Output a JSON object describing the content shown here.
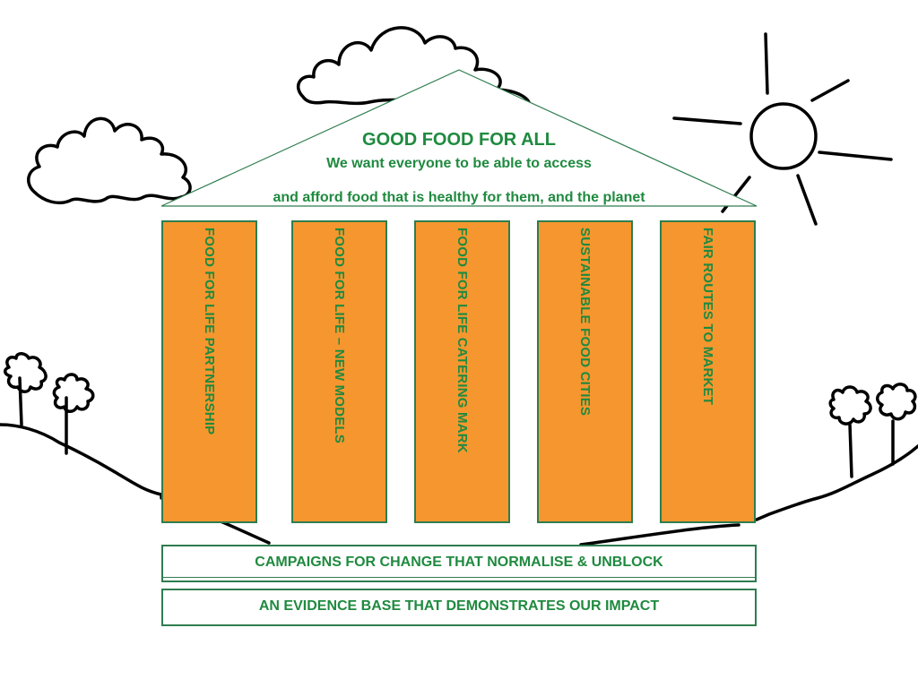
{
  "roof": {
    "title": "GOOD FOOD FOR ALL",
    "line1": "We want everyone to be able to access",
    "line2": "and afford food that is healthy for them, and the planet"
  },
  "pillars": [
    {
      "label": "FOOD FOR LIFE PARTNERSHIP"
    },
    {
      "label": "FOOD FOR LIFE – NEW MODELS"
    },
    {
      "label": "FOOD FOR LIFE CATERING MARK"
    },
    {
      "label": "SUSTAINABLE FOOD CITIES"
    },
    {
      "label": "FAIR ROUTES TO MARKET"
    }
  ],
  "foundations": {
    "campaigns": "CAMPAIGNS FOR CHANGE THAT NORMALISE  & UNBLOCK",
    "evidence": "AN EVIDENCE BASE THAT DEMONSTRATES OUR IMPACT"
  },
  "colors": {
    "pillar_fill": "#f6962f",
    "text_green": "#1f8a3f",
    "outline_green": "#2e7d4f",
    "sketch_ink": "#000000"
  },
  "illustrations": {
    "sky": [
      "cloud-icon",
      "cloud-icon",
      "sun-icon"
    ],
    "ground": [
      "hill-icon",
      "tree-icon"
    ]
  }
}
